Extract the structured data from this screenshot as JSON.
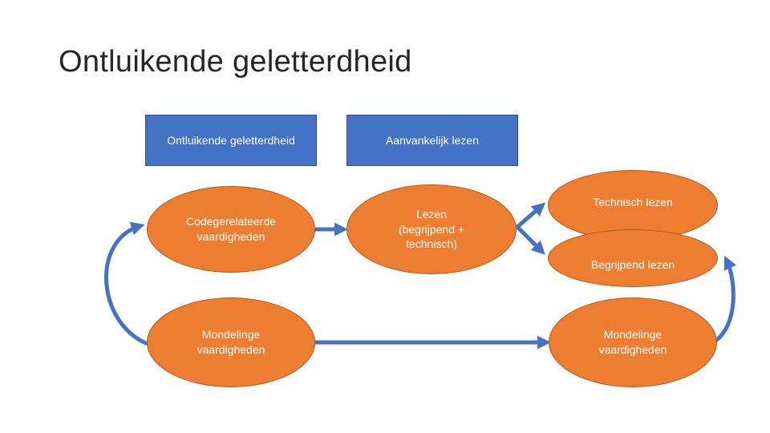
{
  "slide": {
    "title": "Ontluikende geletterdheid"
  },
  "headers": {
    "left": "Ontluikende geletterdheid",
    "right": "Aanvankelijk lezen"
  },
  "nodes": {
    "code": "Codegerelateerde\nvaardigheden",
    "mond_left": "Mondelinge\nvaardigheden",
    "lezen": "Lezen\n(begrijpend +\ntechnisch)",
    "technisch": "Technisch lezen",
    "begrijpend": "Begrijpend lezen",
    "mond_right": "Mondelinge\nvaardigheden"
  },
  "colors": {
    "header_fill": "#4472c4",
    "node_fill": "#ed7d31",
    "arrow": "#4472c4"
  }
}
